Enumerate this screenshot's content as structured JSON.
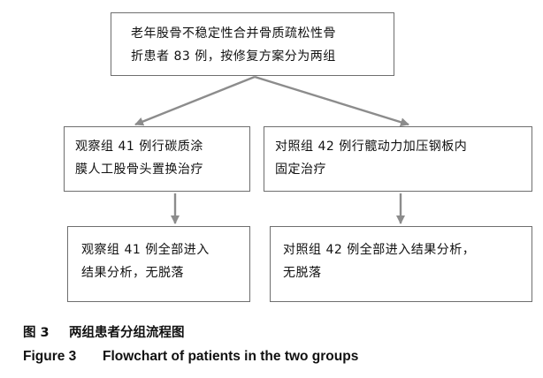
{
  "diagram": {
    "top": {
      "line1": "老年股骨不稳定性合并骨质疏松性骨",
      "line2": "折患者 83 例，按修复方案分为两组"
    },
    "left_group": {
      "line1": "观察组  41  例行碳质涂",
      "line2": "膜人工股骨头置换治疗"
    },
    "right_group": {
      "line1": "对照组  42  例行髋动力加压钢板内",
      "line2": "固定治疗"
    },
    "left_result": {
      "line1": "观察组  41  例全部进入",
      "line2": "结果分析，无脱落"
    },
    "right_result": {
      "line1": "对照组 42 例全部进入结果分析，",
      "line2": "无脱落"
    }
  },
  "captions": {
    "zh": {
      "label": "图 3",
      "text": "两组患者分组流程图"
    },
    "en": {
      "label": "Figure 3",
      "text": "Flowchart of patients in the two groups"
    }
  },
  "colors": {
    "box_border": "#6e6e6e",
    "arrow": "#8c8c8c"
  }
}
